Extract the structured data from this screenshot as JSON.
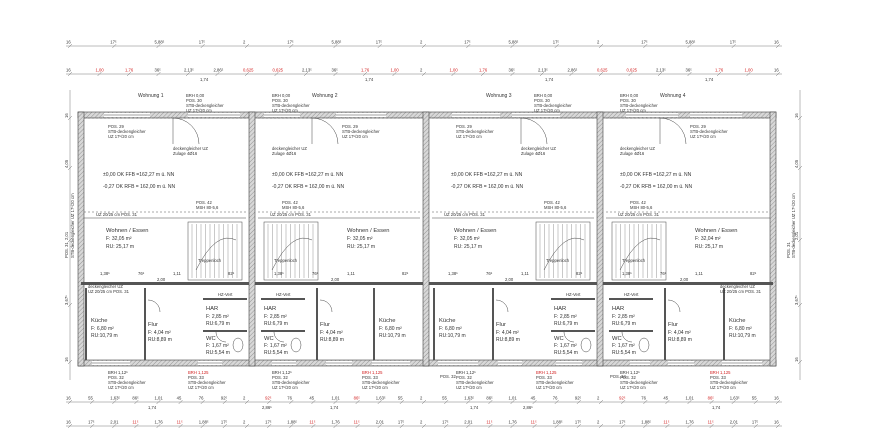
{
  "plan": {
    "units": [
      {
        "label": "Wohnung 1"
      },
      {
        "label": "Wohnung 2"
      },
      {
        "label": "Wohnung 3"
      },
      {
        "label": "Wohnung 4"
      }
    ],
    "top_dim_row1": [
      "16",
      "17⁵",
      "5,88⁵",
      "17⁵",
      "2",
      "17⁵",
      "5,88⁵",
      "17⁵",
      "2",
      "17⁵",
      "5,88⁵",
      "17⁵",
      "2",
      "17⁵",
      "5,88⁵",
      "17⁵",
      "16"
    ],
    "top_dim_row2": [
      "16",
      "1,00",
      "1,76",
      "36⁵",
      "2,13⁵",
      "2,86⁵",
      "0,625",
      "0,625",
      "2,13⁵",
      "36⁵",
      "1,76",
      "1,00",
      "2",
      "1,00",
      "1,76",
      "36⁵",
      "2,13⁵",
      "2,86⁵",
      "0,625",
      "0,625",
      "2,13⁵",
      "36⁵",
      "1,76",
      "1,00",
      "16"
    ],
    "top_dim_row2_sub": [
      "1,74",
      "1,74",
      "1,74",
      "1,74"
    ],
    "left_dims": [
      "16",
      "4,05",
      "2,01",
      "3,67⁵",
      "16"
    ],
    "right_dims": [
      "16",
      "4,05",
      "2,01",
      "3,67⁵",
      "16"
    ],
    "labels": {
      "pos29": "POS. 29",
      "pos30": "POS. 30",
      "stb_deck": "STB-deckengleicher",
      "uz_17": "UZ 17⁵/20 cm",
      "stb_uz_ref": "STB-deckengleicher UZ 17⁵/20 cm",
      "deckengleicher_uz": "deckengleicher UZ",
      "zulage": "Zulage 4Ø16",
      "brh": "BRH 0,00",
      "ok_ffb": "±0,00 OK FFB =162,27 m ü. NN",
      "ok_rfb": "-0,27 OK RFB = 162,00 m ü. NN",
      "uz_pos31": "UZ 20/25 cm POS. 31",
      "pos42": "POS. 42",
      "msh": "MSH 80-5,6",
      "treppenloch": "Treppenloch",
      "wohnen": "Wohnen / Essen",
      "f_wohnen": "F: 32,05 m²",
      "ru_wohnen": "RU: 25,17 m",
      "f_wohnen_4": "F: 32,04 m²",
      "kueche": "Küche",
      "f_kueche": "F: 6,80 m²",
      "ru_kueche": "RU:10,79 m",
      "flur": "Flur",
      "f_flur": "F: 4,04 m²",
      "ru_flur": "RU:8,89 m",
      "har": "HAR",
      "f_har": "F: 2,85 m²",
      "ru_har": "RU:6,79 m",
      "wc": "WC",
      "f_wc": "F: 1,67 m²",
      "ru_wc": "RU:5,54 m",
      "hzverteiler": "HZ-Vert",
      "dim_138": "1,38⁵",
      "dim_76": "76⁵",
      "dim_111": "1,11",
      "dim_82": "82⁵",
      "dim_200": "2,00",
      "pos31": "POS. 31",
      "stb_uz_side": "STB-deckengleicher UZ 17⁵/20 cm",
      "brh_112": "BRH 1,12⁵",
      "pos32": "POS. 32",
      "pos33": "POS. 33",
      "pos34": "POS. 34",
      "brh_1125": "BRH 1,125"
    },
    "bottom_dim_row1": [
      "16",
      "55",
      "1,63⁵",
      "86⁵",
      "1,01",
      "45",
      "76",
      "92⁵",
      "2",
      "92⁵",
      "76",
      "45",
      "1,01",
      "86⁵",
      "1,63⁵",
      "55",
      "2",
      "55",
      "1,63⁵",
      "86⁵",
      "1,01",
      "45",
      "76",
      "92⁵",
      "2",
      "92⁵",
      "76",
      "45",
      "1,01",
      "86⁵",
      "1,63⁵",
      "55",
      "16"
    ],
    "bottom_dim_row1_sub": [
      "1,74",
      "2,86⁵",
      "1,74",
      "1,74",
      "2,86⁵",
      "1,74"
    ],
    "bottom_dim_row2": [
      "16",
      "17⁵",
      "2,01",
      "11⁵",
      "1,76",
      "11⁵",
      "1,88⁵",
      "17⁵",
      "2",
      "17⁵",
      "1,88⁵",
      "11⁵",
      "1,76",
      "11⁵",
      "2,01",
      "17⁵",
      "2",
      "17⁵",
      "2,01",
      "11⁵",
      "1,76",
      "11⁵",
      "1,88⁵",
      "17⁵",
      "2",
      "17⁵",
      "1,88⁵",
      "11⁵",
      "1,76",
      "11⁵",
      "2,01",
      "17⁵",
      "16"
    ]
  }
}
